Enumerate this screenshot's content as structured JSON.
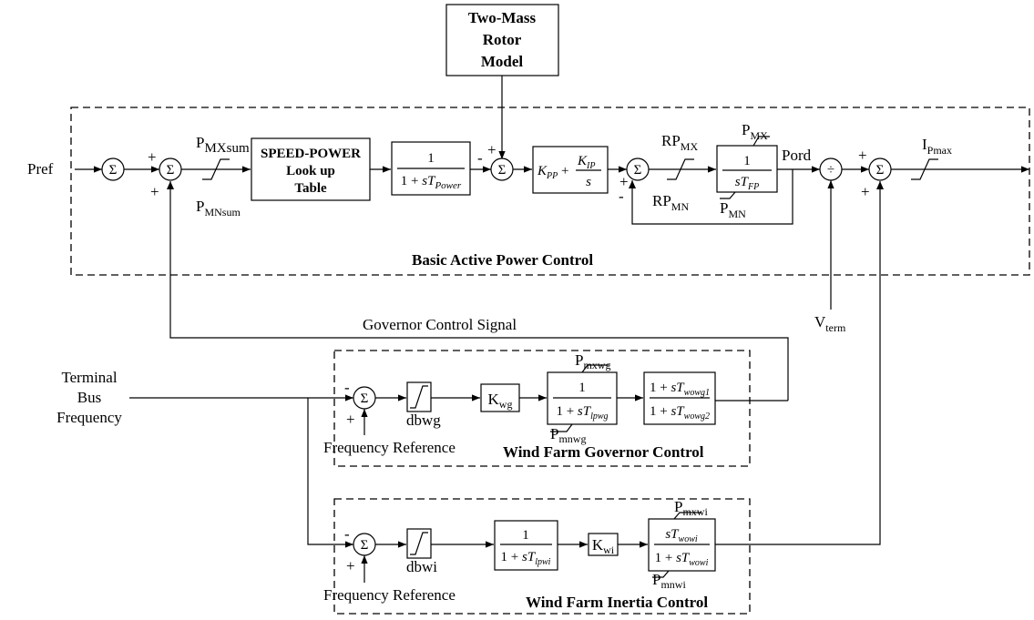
{
  "blocks": {
    "two_mass": [
      "Two-Mass",
      "Rotor",
      "Model"
    ],
    "speed_power": [
      "SPEED-POWER",
      "Look up",
      "Table"
    ],
    "lag_power": {
      "num": "1",
      "den_pre": "1 + ",
      "den_s": "sT",
      "den_sub": "Power"
    },
    "pi": {
      "kpp": "K",
      "kpp_sub": "PP",
      "plus": "+",
      "kip": "K",
      "kip_sub": "IP",
      "s": "s"
    },
    "integrator": {
      "num": "1",
      "den_s": "sT",
      "den_sub": "FP"
    },
    "kwg": {
      "main": "K",
      "sub": "wg"
    },
    "kwi": {
      "main": "K",
      "sub": "wi"
    },
    "lpwg": {
      "num": "1",
      "den_pre": "1 + ",
      "den_s": "sT",
      "den_sub": "lpwg"
    },
    "wowg": {
      "num_pre": "1 + ",
      "num_s": "sT",
      "num_sub": "wowg1",
      "den_pre": "1 + ",
      "den_s": "sT",
      "den_sub": "wowg2"
    },
    "lpwi": {
      "num": "1",
      "den_pre": "1 + ",
      "den_s": "sT",
      "den_sub": "lpwi"
    },
    "wowi": {
      "num_s": "sT",
      "num_sub": "wowi",
      "den_pre": "1 + ",
      "den_s": "sT",
      "den_sub": "wowi"
    },
    "dbwg": "dbwg",
    "dbwi": "dbwi"
  },
  "signals": {
    "pref": "Pref",
    "pord": "Pord",
    "terminal_bus_frequency": [
      "Terminal",
      "Bus",
      "Frequency"
    ],
    "governor_signal": "Governor Control Signal",
    "freq_ref": "Frequency Reference",
    "vterm": {
      "main": "V",
      "sub": "term"
    }
  },
  "limits": {
    "pmxsum": {
      "main": "P",
      "sub": "MXsum"
    },
    "pmnsum": {
      "main": "P",
      "sub": "MNsum"
    },
    "rpmx": {
      "main": "RP",
      "sub": "MX"
    },
    "rpmn": {
      "main": "RP",
      "sub": "MN"
    },
    "pmx": {
      "main": "P",
      "sub": "MX"
    },
    "pmn": {
      "main": "P",
      "sub": "MN"
    },
    "ipmax": {
      "main": "I",
      "sub": "Pmax"
    },
    "pmxwg": {
      "main": "P",
      "sub": "mxwg"
    },
    "pmnwg": {
      "main": "P",
      "sub": "mnwg"
    },
    "pmxwi": {
      "main": "P",
      "sub": "mxwi"
    },
    "pmnwi": {
      "main": "P",
      "sub": "mnwi"
    }
  },
  "regions": {
    "basic": "Basic Active Power Control",
    "governor": "Wind Farm Governor Control",
    "inertia": "Wind Farm Inertia Control"
  },
  "symbols": {
    "sum": "Σ",
    "div": "÷",
    "plus": "+",
    "minus": "-"
  }
}
